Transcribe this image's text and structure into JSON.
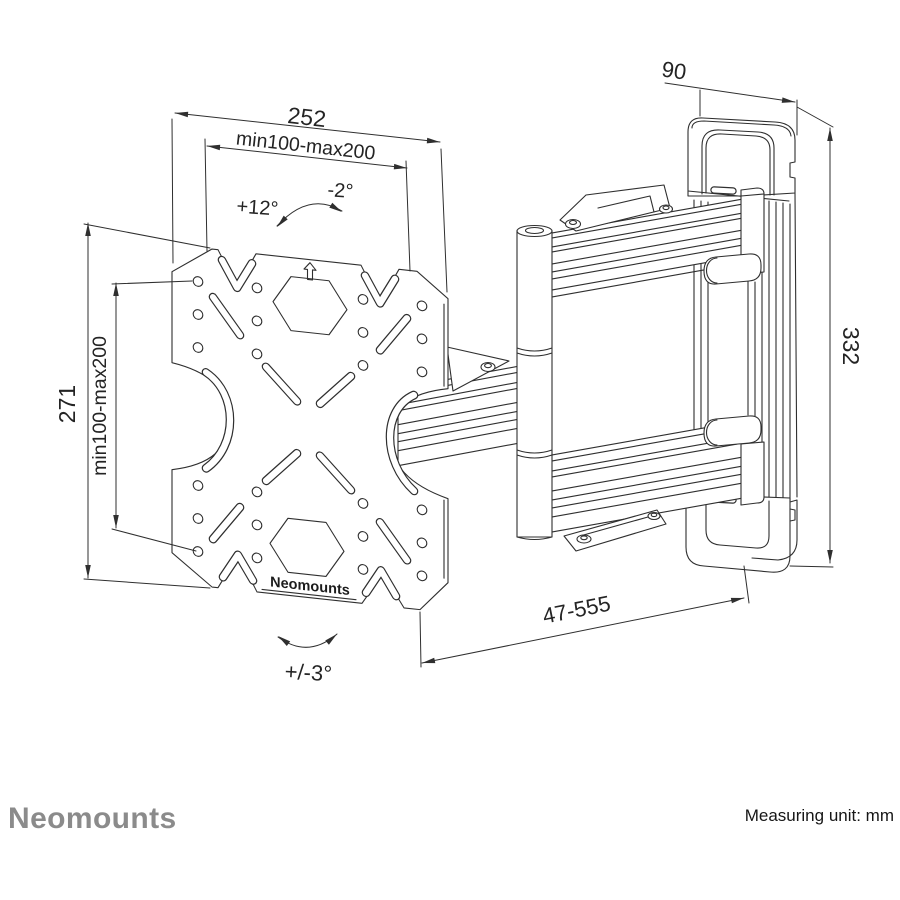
{
  "drawing": {
    "plate_brand": "Neomounts",
    "dimensions": {
      "plate_width": "252",
      "vesa_width": "min100-max200",
      "plate_height": "271",
      "vesa_height": "min100-max200",
      "wall_bracket_depth": "90",
      "wall_bracket_height": "332",
      "extension_range": "47-555",
      "tilt_up": "+12°",
      "tilt_down": "-2°",
      "swivel": "+/-3°"
    }
  },
  "footer": {
    "brand_logo": "Neomounts",
    "measuring_unit_label": "Measuring unit: mm"
  },
  "colors": {
    "line": "#2f2f2f",
    "logo_gray": "#8b8b8b",
    "background": "#ffffff"
  }
}
